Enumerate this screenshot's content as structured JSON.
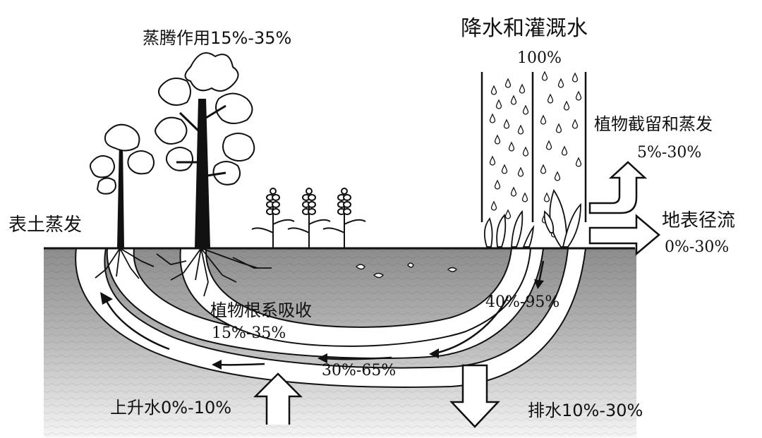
{
  "labels": {
    "transpiration": "蒸腾作用15%-35%",
    "precipitation_title": "降水和灌溉水",
    "precipitation_value": "100%",
    "interception_title": "植物截留和蒸发",
    "interception_value": "5%-30%",
    "surface_evaporation": "表土蒸发",
    "surface_runoff_title": "地表径流",
    "surface_runoff_value": "0%-30%",
    "infiltration": "40%-95%",
    "root_uptake_title": "植物根系吸收",
    "root_uptake_value": "15%-35%",
    "soil_flow": "30%-65%",
    "capillary_rise": "上升水0%-10%",
    "drainage": "排水10%-30%"
  }
}
